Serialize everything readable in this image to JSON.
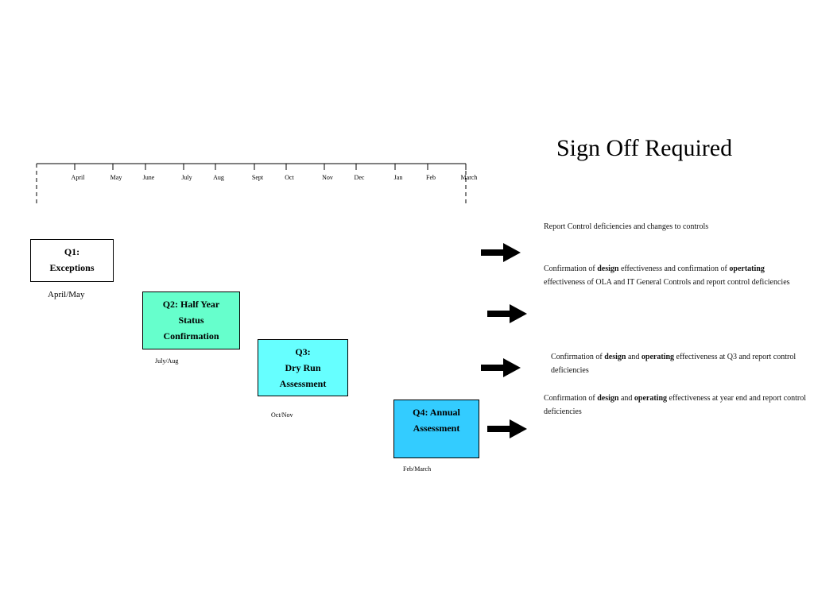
{
  "title": "Sign Off Required",
  "timeline": {
    "months": [
      "April",
      "May",
      "June",
      "July",
      "Aug",
      "Sept",
      "Oct",
      "Nov",
      "Dec",
      "Jan",
      "Feb",
      "March"
    ]
  },
  "quarters": [
    {
      "lines": [
        "Q1:",
        "Exceptions"
      ],
      "period": "April/May",
      "fill": "#ffffff"
    },
    {
      "lines": [
        "Q2: Half Year",
        "Status",
        "Confirmation"
      ],
      "period": "July/Aug",
      "fill": "#66ffcc"
    },
    {
      "lines": [
        "Q3:",
        "Dry Run",
        "Assessment"
      ],
      "period": "Oct/Nov",
      "fill": "#66ffff"
    },
    {
      "lines": [
        "Q4: Annual",
        "Assessment"
      ],
      "period": "Feb/March",
      "fill": "#33ccff"
    }
  ],
  "descriptions": [
    {
      "parts": [
        {
          "t": "Report Control deficiencies and changes to controls"
        }
      ]
    },
    {
      "parts": [
        {
          "t": "Confirmation of "
        },
        {
          "t": "design",
          "b": true
        },
        {
          "t": " effectiveness and confirmation of "
        },
        {
          "t": "opertating",
          "b": true
        },
        {
          "t": " effectiveness of  OLA and  IT General Controls and report control deficiencies"
        }
      ]
    },
    {
      "parts": [
        {
          "t": "Confirmation  of "
        },
        {
          "t": "design",
          "b": true
        },
        {
          "t": " and "
        },
        {
          "t": "operating",
          "b": true
        },
        {
          "t": " effectiveness at Q3 and report control deficiencies"
        }
      ]
    },
    {
      "parts": [
        {
          "t": "Confirmation  of "
        },
        {
          "t": "design",
          "b": true
        },
        {
          "t": " and "
        },
        {
          "t": "operating",
          "b": true
        },
        {
          "t": " effectiveness at year end and report control deficiencies"
        }
      ]
    }
  ],
  "icons": {
    "arrow": "arrow-right-icon"
  }
}
